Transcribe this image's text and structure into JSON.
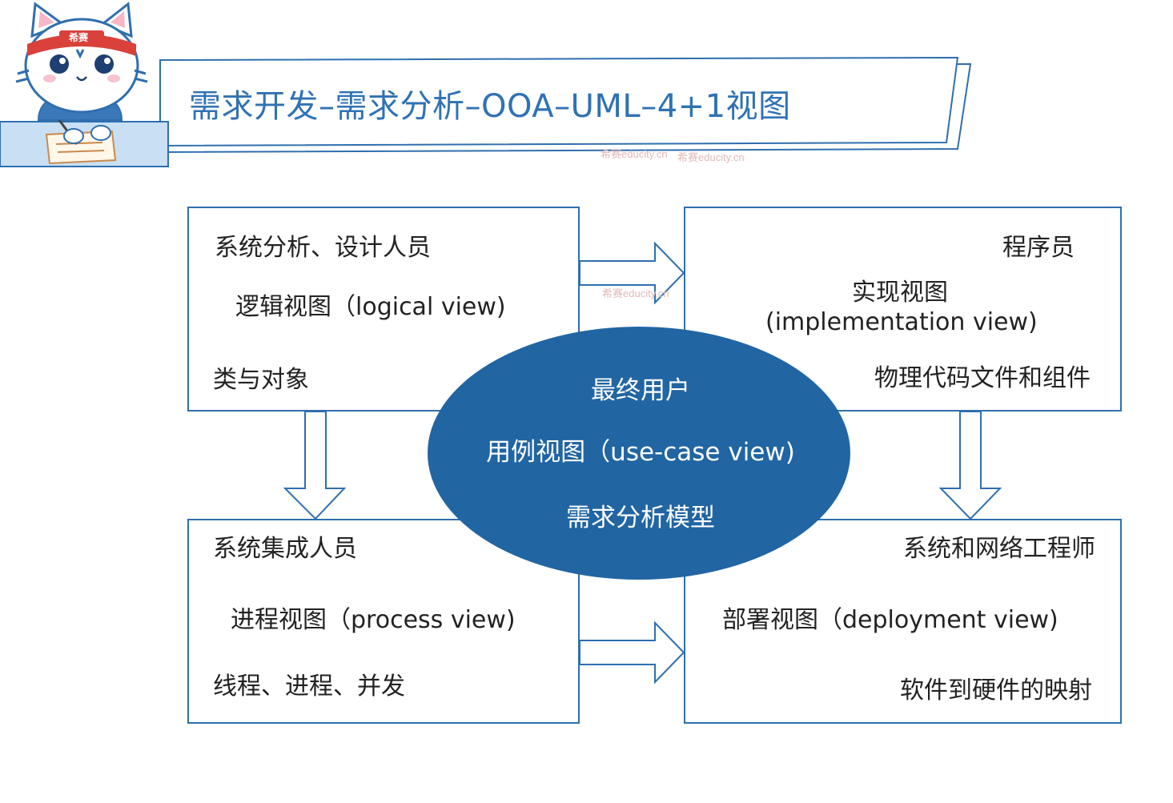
{
  "header": {
    "title": "需求开发–需求分析–OOA–UML–4+1视图",
    "mascot_badge": "希赛",
    "watermarks": [
      "希赛educity.cn",
      "希赛educity.cn",
      "希赛educity.cn"
    ]
  },
  "colors": {
    "primary_blue": "#2f6fae",
    "ellipse_fill": "#2165a3",
    "title_blue": "#2f72b3"
  },
  "views": {
    "logical": {
      "role": "系统分析、设计人员",
      "name": "逻辑视图（logical view)",
      "content": "类与对象"
    },
    "implementation": {
      "role": "程序员",
      "name_line1": "实现视图",
      "name_line2": "(implementation view)",
      "content": "物理代码文件和组件"
    },
    "process": {
      "role": "系统集成人员",
      "name": "进程视图（process view)",
      "content": "线程、进程、并发"
    },
    "deployment": {
      "role": "系统和网络工程师",
      "name": "部署视图（deployment view)",
      "content": "软件到硬件的映射"
    },
    "usecase": {
      "role": "最终用户",
      "name": "用例视图（use-case view)",
      "content": "需求分析模型"
    }
  }
}
